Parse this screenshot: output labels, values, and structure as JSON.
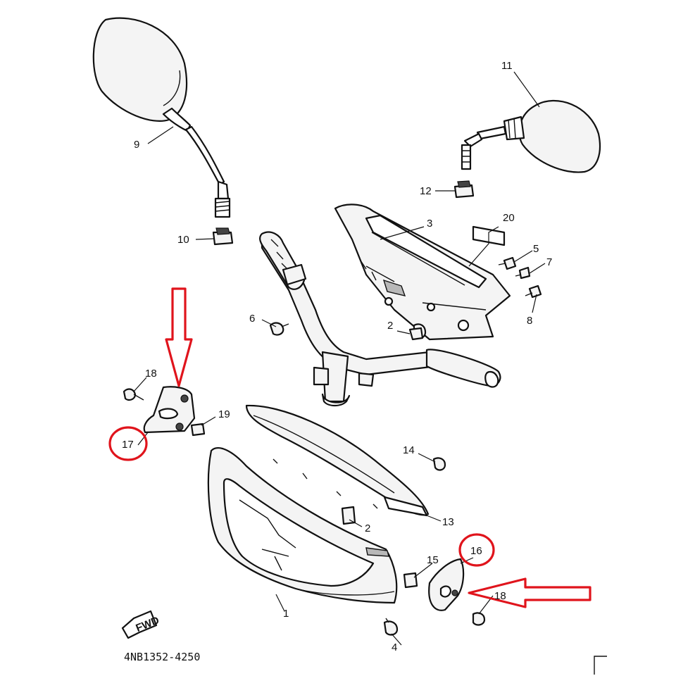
{
  "diagram": {
    "part_code": "4NB1352-4250",
    "fwd_label": "FWD",
    "callouts": [
      {
        "id": "c9",
        "text": "9"
      },
      {
        "id": "c10",
        "text": "10"
      },
      {
        "id": "c11",
        "text": "11"
      },
      {
        "id": "c12",
        "text": "12"
      },
      {
        "id": "c3",
        "text": "3"
      },
      {
        "id": "c20",
        "text": "20"
      },
      {
        "id": "c5",
        "text": "5"
      },
      {
        "id": "c7",
        "text": "7"
      },
      {
        "id": "c8",
        "text": "8"
      },
      {
        "id": "c6",
        "text": "6"
      },
      {
        "id": "c2a",
        "text": "2"
      },
      {
        "id": "c18a",
        "text": "18"
      },
      {
        "id": "c19",
        "text": "19"
      },
      {
        "id": "c17",
        "text": "17"
      },
      {
        "id": "c14",
        "text": "14"
      },
      {
        "id": "c2b",
        "text": "2"
      },
      {
        "id": "c13",
        "text": "13"
      },
      {
        "id": "c16",
        "text": "16"
      },
      {
        "id": "c15",
        "text": "15"
      },
      {
        "id": "c18b",
        "text": "18"
      },
      {
        "id": "c1",
        "text": "1"
      },
      {
        "id": "c4",
        "text": "4"
      }
    ],
    "highlight_color": "#e0141c"
  }
}
